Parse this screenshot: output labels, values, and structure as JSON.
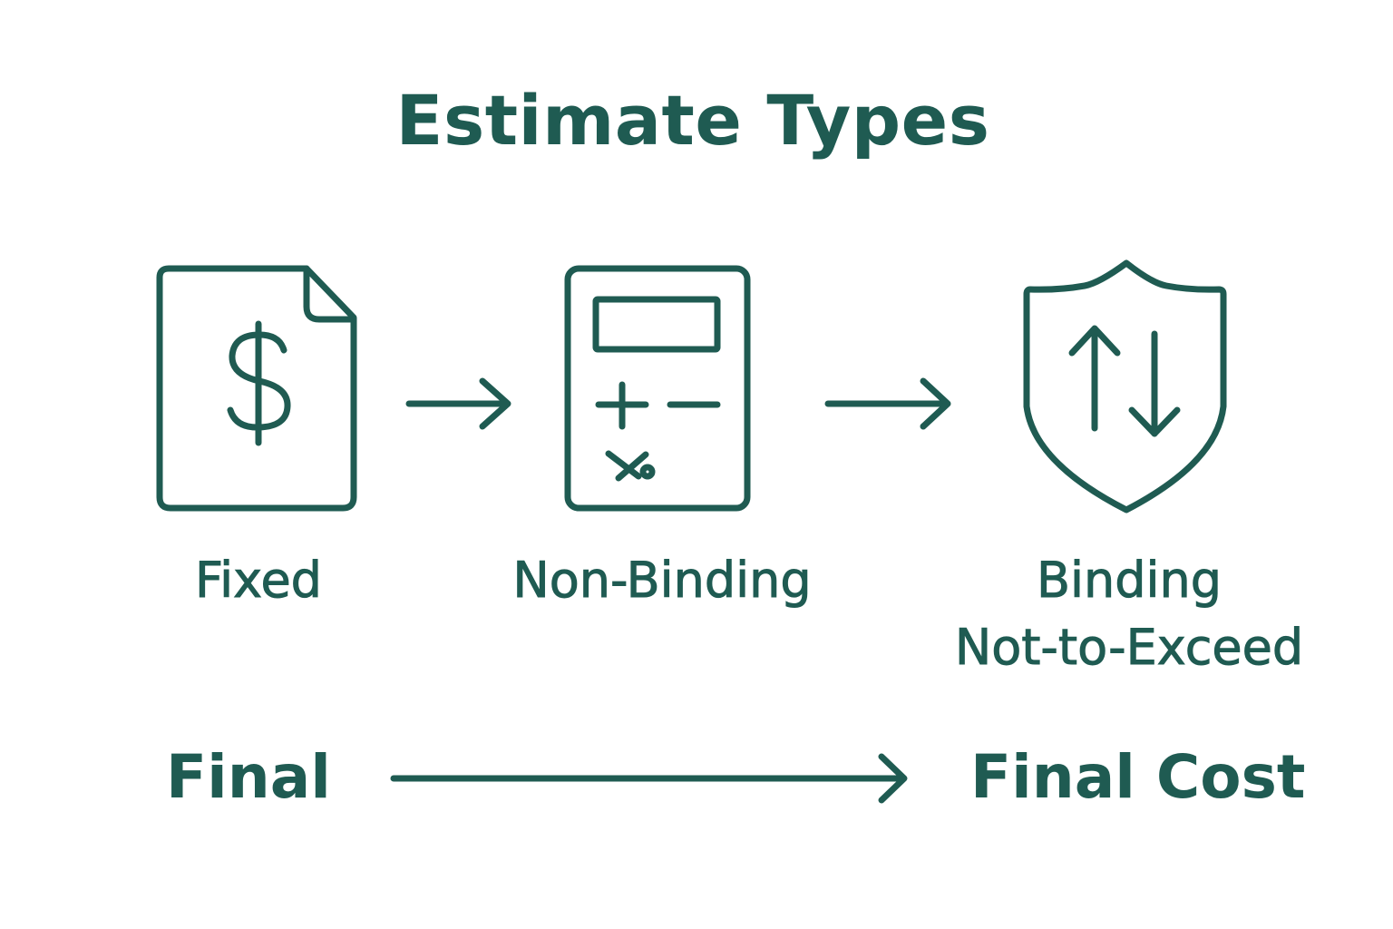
{
  "title": "Estimate Types",
  "colors": {
    "primary": "#1f5b52",
    "background": "#ffffff"
  },
  "steps": [
    {
      "label": "Fixed",
      "icon": "document-dollar-icon"
    },
    {
      "label": "Non-Binding",
      "icon": "calculator-icon"
    },
    {
      "label_line1": "Binding",
      "label_line2": "Not-to-Exceed",
      "icon": "shield-arrows-icon"
    }
  ],
  "bottom": {
    "left": "Final",
    "right": "Final Cost"
  }
}
